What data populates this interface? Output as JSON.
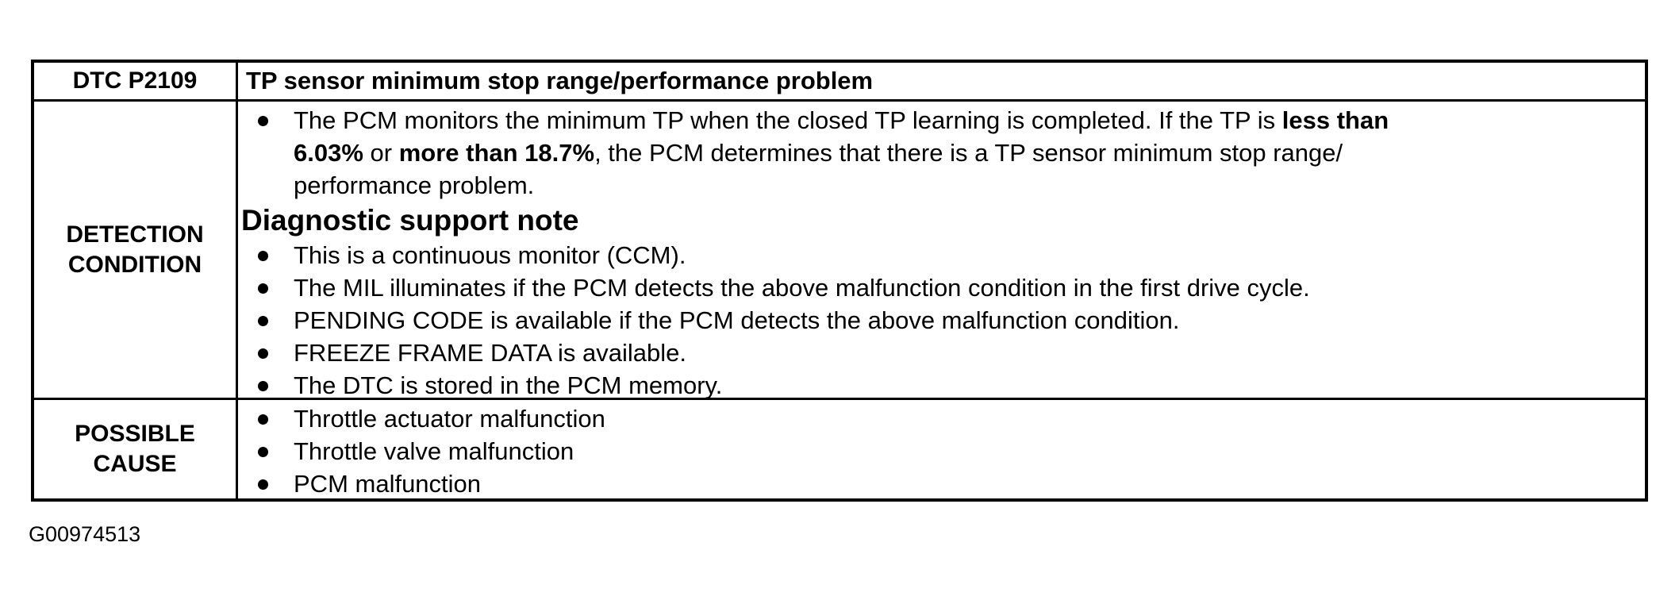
{
  "doc": {
    "figure_id": "G00974513"
  },
  "table": {
    "dtc_code": "DTC P2109",
    "dtc_title": "TP sensor minimum stop range/performance problem",
    "detection": {
      "label_line1": "DETECTION",
      "label_line2": "CONDITION",
      "main_bullet": {
        "text1": "The PCM monitors the minimum TP when the closed TP learning is completed. If the TP is ",
        "bold1": "less than",
        "bold2": "6.03%",
        "text2": " or ",
        "bold3": "more than 18.7%",
        "text3": ", the PCM determines that there is a TP sensor minimum stop range/",
        "text4": "performance problem."
      },
      "note_heading": "Diagnostic support note",
      "note_bullets": [
        "This is a continuous monitor (CCM).",
        "The MIL illuminates if the PCM detects the above malfunction condition in the first drive cycle.",
        "PENDING CODE is available if the PCM detects the above malfunction condition.",
        "FREEZE FRAME DATA is available.",
        "The DTC is stored in the PCM memory."
      ]
    },
    "possible_cause": {
      "label_line1": "POSSIBLE",
      "label_line2": "CAUSE",
      "bullets": [
        "Throttle actuator malfunction",
        "Throttle valve malfunction",
        "PCM malfunction"
      ]
    }
  }
}
